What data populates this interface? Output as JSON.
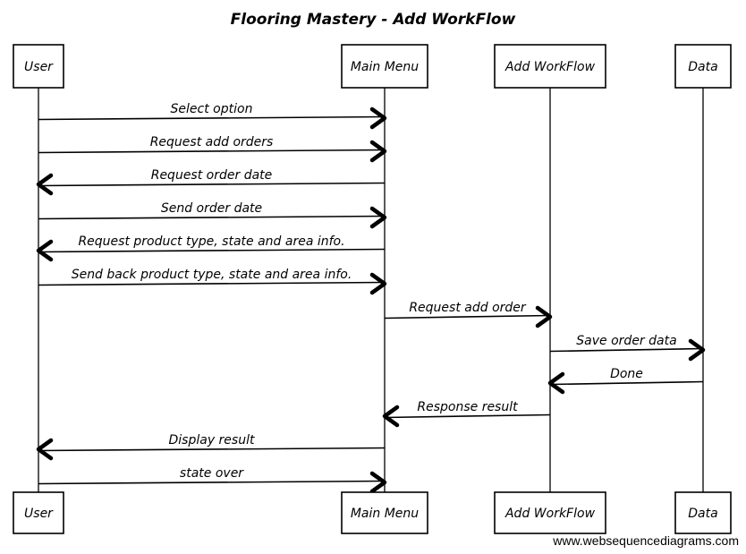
{
  "title": "Flooring Mastery - Add WorkFlow",
  "watermark": "www.websequencediagrams.com",
  "participants": [
    {
      "id": "user",
      "label": "User"
    },
    {
      "id": "menu",
      "label": "Main Menu"
    },
    {
      "id": "workflow",
      "label": "Add WorkFlow"
    },
    {
      "id": "data",
      "label": "Data"
    }
  ],
  "messages": [
    {
      "from": "user",
      "to": "menu",
      "label": "Select option"
    },
    {
      "from": "user",
      "to": "menu",
      "label": "Request add orders"
    },
    {
      "from": "menu",
      "to": "user",
      "label": "Request order date"
    },
    {
      "from": "user",
      "to": "menu",
      "label": "Send order date"
    },
    {
      "from": "menu",
      "to": "user",
      "label": "Request product type, state and area info."
    },
    {
      "from": "user",
      "to": "menu",
      "label": "Send back product type, state and area info."
    },
    {
      "from": "menu",
      "to": "workflow",
      "label": "Request add order"
    },
    {
      "from": "workflow",
      "to": "data",
      "label": "Save order data"
    },
    {
      "from": "data",
      "to": "workflow",
      "label": "Done"
    },
    {
      "from": "workflow",
      "to": "menu",
      "label": "Response result"
    },
    {
      "from": "menu",
      "to": "user",
      "label": "Display result"
    },
    {
      "from": "user",
      "to": "menu",
      "label": "state over"
    }
  ]
}
